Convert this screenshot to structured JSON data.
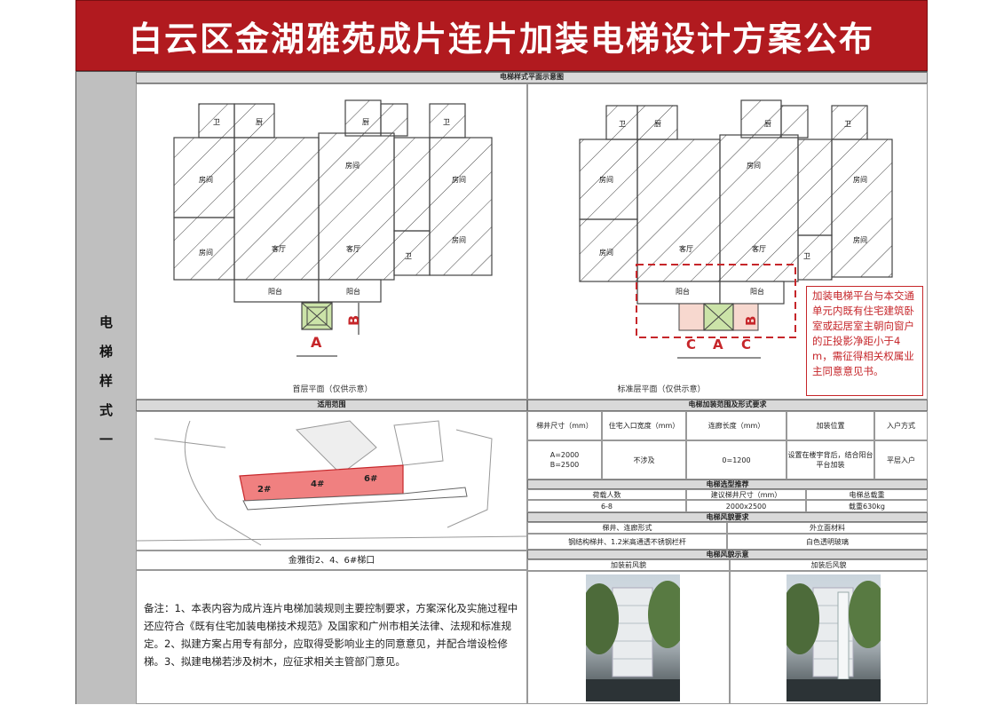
{
  "header": {
    "title": "白云区金湖雅苑成片连片加装电梯设计方案公布"
  },
  "side": {
    "label": "电梯样式一"
  },
  "plan_section": {
    "title": "电梯样式平面示意图",
    "left_caption": "首层平面（仅供示意）",
    "right_caption": "标准层平面（仅供示意）",
    "room_labels": {
      "wei": "卫",
      "chu": "厨",
      "fangjian": "房间",
      "keting": "客厅",
      "yangtai": "阳台"
    },
    "dim_a": "A",
    "dim_b": "B",
    "dim_c": "C",
    "red_note": "加装电梯平台与本交通单元内既有住宅建筑卧室或起居室主朝向窗户的正投影净距小于4 m，需征得相关权属业主同意意见书。"
  },
  "scope": {
    "title": "适用范围",
    "building_labels": [
      "2#",
      "4#",
      "6#"
    ],
    "caption": "金雅街2、4、6#梯口"
  },
  "spec_table": {
    "title": "电梯加装范围及形式要求",
    "headers": [
      "梯井尺寸（mm）",
      "住宅入口宽度（mm）",
      "连廊长度（mm）",
      "加装位置",
      "入户方式"
    ],
    "row": [
      "A=2000\nB=2500",
      "不涉及",
      "0=1200",
      "设置在楼宇背后，结合阳台平台加装",
      "平层入户"
    ]
  },
  "recommend": {
    "title": "电梯选型推荐",
    "headers": [
      "荷载人数",
      "建议梯井尺寸（mm）",
      "电梯总载重"
    ],
    "row": [
      "6-8",
      "2000x2500",
      "载重630kg"
    ]
  },
  "style_req": {
    "title": "电梯风貌要求",
    "headers": [
      "梯井、连廊形式",
      "外立面材料"
    ],
    "row": [
      "钢结构梯井、1.2米高通透不锈钢栏杆",
      "白色透明玻璃"
    ]
  },
  "preview": {
    "title": "电梯风貌示意",
    "before": "加装前风貌",
    "after": "加装后风貌"
  },
  "remark": {
    "text": "备注：1、本表内容为成片连片电梯加装规则主要控制要求，方案深化及实施过程中还应符合《既有住宅加装电梯技术规范》及国家和广州市相关法律、法规和标准规定。2、拟建方案占用专有部分，应取得受影响业主的同意意见，并配合增设检修梯。3、拟建电梯若涉及树木，应征求相关主管部门意见。"
  },
  "colors": {
    "banner": "#b11a1f",
    "accent_red": "#c6262a",
    "header_gray": "#d9d9d9",
    "elevator": "#cbe3a8"
  }
}
